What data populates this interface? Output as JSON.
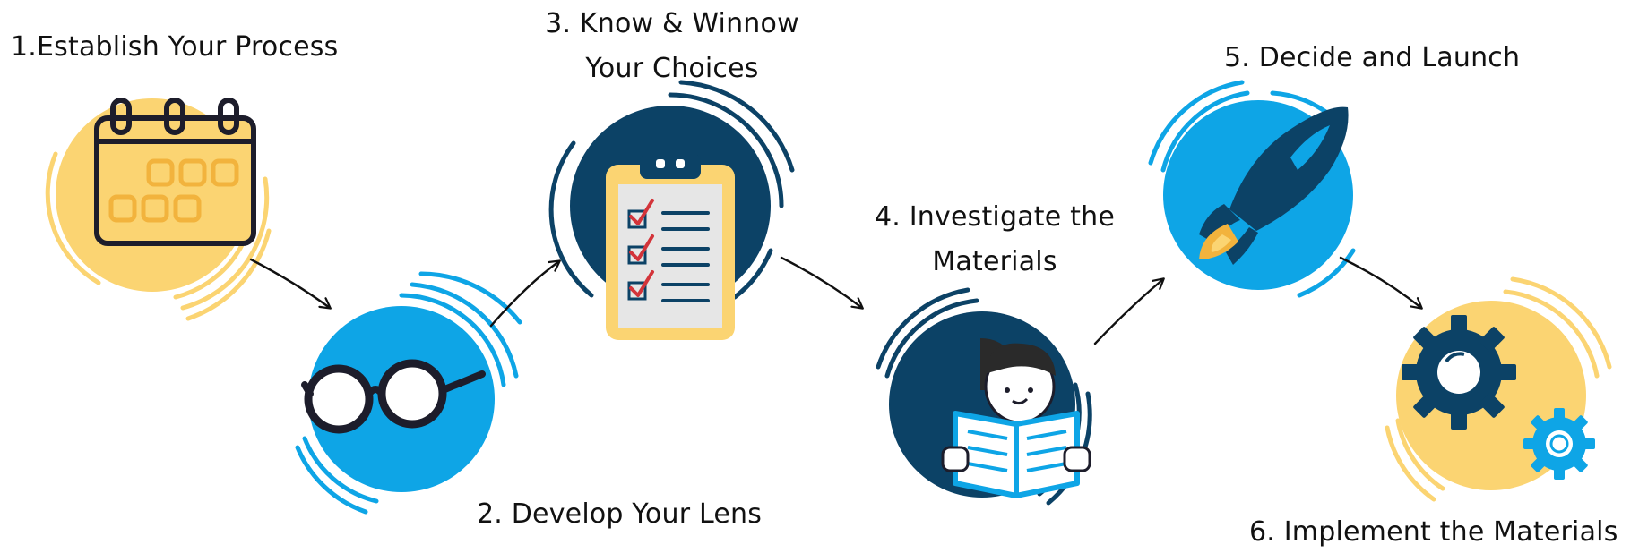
{
  "steps": [
    {
      "number": "1",
      "label": "1.Establish Your Process",
      "icon": "calendar-icon"
    },
    {
      "number": "2",
      "label": "2. Develop Your Lens",
      "icon": "glasses-icon"
    },
    {
      "number": "3",
      "label_line1": "3. Know & Winnow",
      "label_line2": "Your Choices",
      "icon": "clipboard-checklist-icon"
    },
    {
      "number": "4",
      "label_line1": "4. Investigate the",
      "label_line2": "Materials",
      "icon": "person-reading-icon"
    },
    {
      "number": "5",
      "label": "5. Decide and Launch",
      "icon": "rocket-icon"
    },
    {
      "number": "6",
      "label": "6. Implement the Materials",
      "icon": "gears-icon"
    }
  ],
  "colors": {
    "yellow": "#fbd472",
    "yellow_dark": "#f2b33d",
    "light_blue": "#0ea5e6",
    "navy": "#0c4266",
    "dark": "#1d1d2b",
    "check_red": "#d3343a",
    "arrow": "#111111"
  }
}
